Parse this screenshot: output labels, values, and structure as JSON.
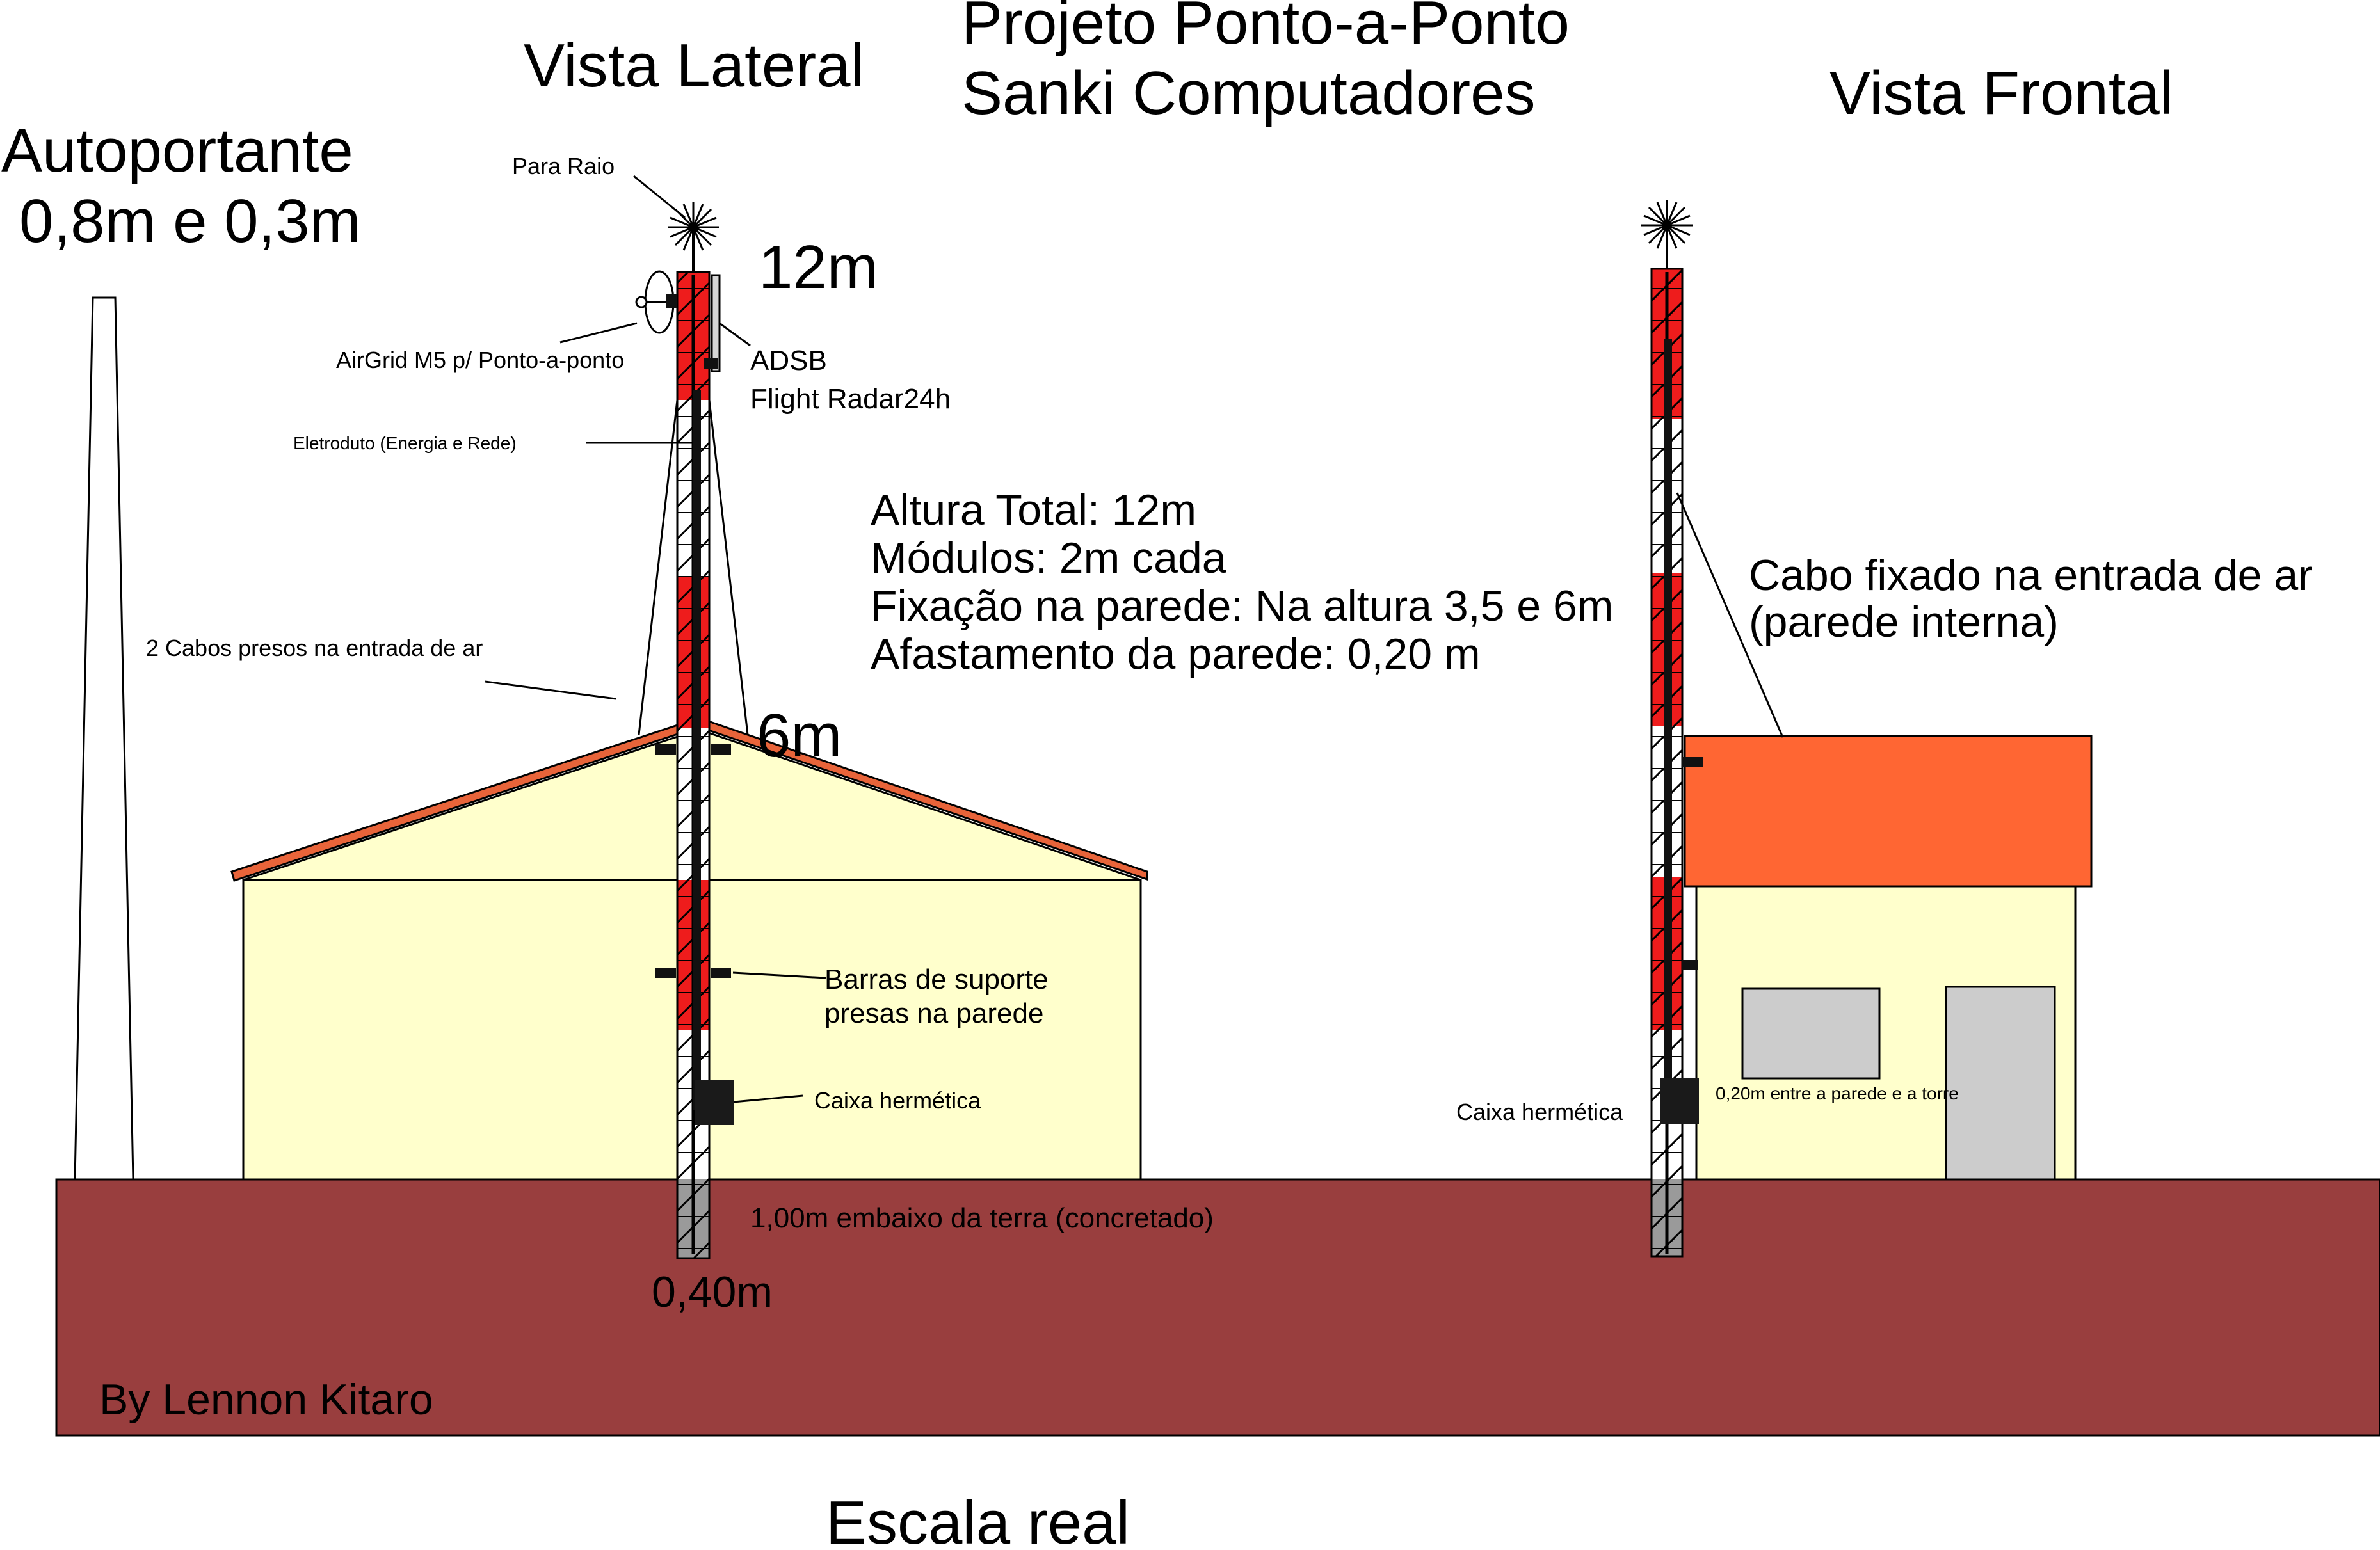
{
  "header": {
    "title_line1": "Projeto Ponto-a-Ponto",
    "title_line2": "Sanki Computadores",
    "view_side": "Vista Lateral",
    "view_front": "Vista Frontal"
  },
  "autoportante": {
    "line1": "Autoportante",
    "line2": "0,8m e 0,3m"
  },
  "labels": {
    "para_raio": "Para Raio",
    "height_top": "12m",
    "airgrid": "AirGrid M5 p/ Ponto-a-ponto",
    "adsb_line1": "ADSB",
    "adsb_line2": "Flight Radar24h",
    "eletroduto": "Eletroduto (Energia e Rede)",
    "cabos": "2 Cabos presos na entrada de ar",
    "height_mid": "6m",
    "barras_line1": "Barras de suporte",
    "barras_line2": "presas na parede",
    "caixa_side": "Caixa hermética",
    "caixa_front": "Caixa hermética",
    "terra": "1,00m embaixo da terra (concretado)",
    "width": "0,40m",
    "cabo_front_line1": "Cabo fixado na entrada de ar",
    "cabo_front_line2": "(parede interna)",
    "afastamento": "0,20m entre a parede e a torre"
  },
  "specs": {
    "line1": "Altura Total: 12m",
    "line2": "Módulos: 2m cada",
    "line3": "Fixação na parede: Na altura 3,5 e 6m",
    "line4": "Afastamento da parede: 0,20 m"
  },
  "footer": {
    "author": "By Lennon Kitaro",
    "scale": "Escala real"
  },
  "colors": {
    "ground": "#993e3e",
    "wall": "#ffffcc",
    "roof_side": "#e8643a",
    "roof_front": "#ff6633",
    "tower_red": "#ee1c1c",
    "tower_white": "#ffffff",
    "tower_buried": "#9a9a9a",
    "window": "#cccccc",
    "hardware": "#1a1a1a"
  },
  "icons": {
    "lightning_rod": "lightning-rod-icon",
    "dish": "satellite-dish-icon"
  }
}
